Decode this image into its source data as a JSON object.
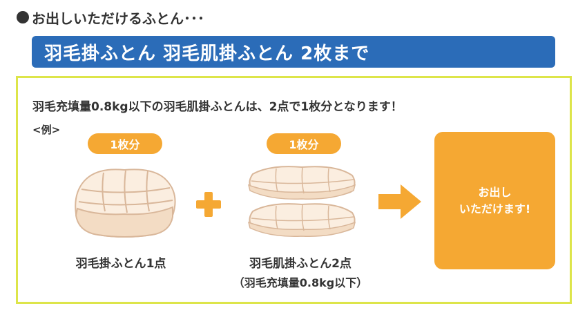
{
  "heading": {
    "text": "お出しいただけるふとん･･･"
  },
  "banner": {
    "text": "羽毛掛ふとん 羽毛肌掛ふとん 2枚まで"
  },
  "panel": {
    "intro": "羽毛充填量0.8kg以下の羽毛肌掛ふとんは、2点で1枚分となります！",
    "example_label": "<例>",
    "item1": {
      "badge": "1枚分",
      "caption": "羽毛掛ふとん1点"
    },
    "item2": {
      "badge": "1枚分",
      "caption": "羽毛肌掛ふとん2点",
      "sub_caption": "（羽毛充填量0.8kg以下）"
    },
    "result": {
      "line1": "お出し",
      "line2": "いただけます!"
    }
  },
  "colors": {
    "banner_bg": "#2b6cb8",
    "panel_border": "#dde54a",
    "accent_orange": "#f5a833",
    "text": "#333333",
    "futon_fill": "#fbeee0",
    "futon_stroke": "#d9b79a"
  },
  "icons": {
    "bullet": "filled-circle",
    "plus": "plus-icon",
    "arrow": "right-arrow-icon"
  }
}
